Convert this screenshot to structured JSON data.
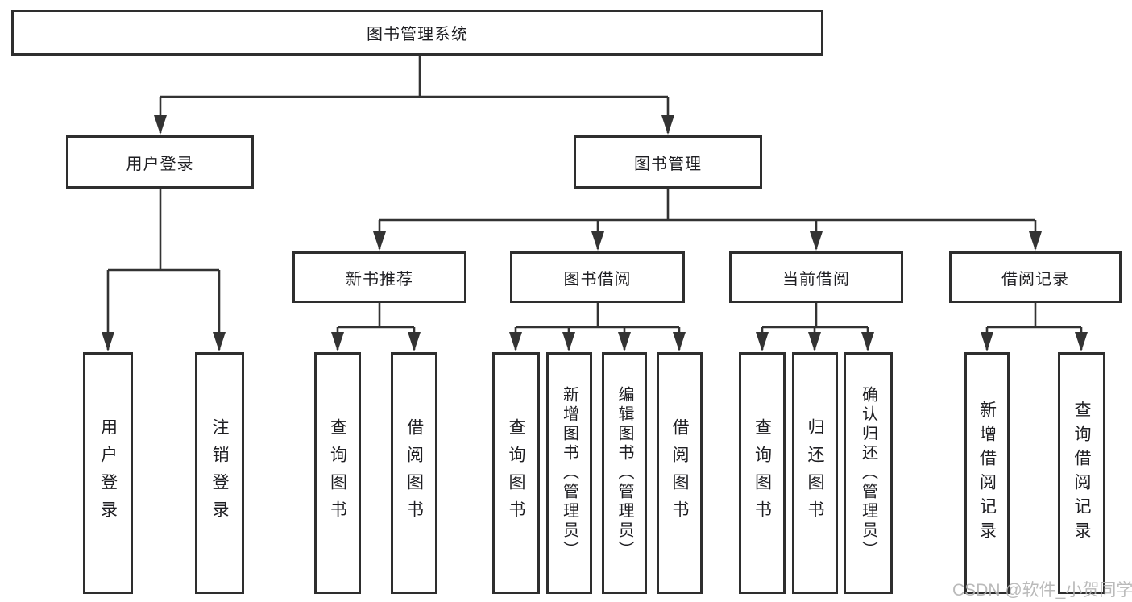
{
  "title": "图书管理系统",
  "tree": {
    "root": {
      "label": "图书管理系统"
    },
    "branches": [
      {
        "label": "用户登录",
        "leaves": [
          {
            "label": "用户登录"
          },
          {
            "label": "注销登录"
          }
        ]
      },
      {
        "label": "图书管理",
        "children": [
          {
            "label": "新书推荐",
            "leaves": [
              {
                "label": "查询图书"
              },
              {
                "label": "借阅图书"
              }
            ]
          },
          {
            "label": "图书借阅",
            "leaves": [
              {
                "label": "查询图书"
              },
              {
                "label": "新增图书（管理员）"
              },
              {
                "label": "编辑图书（管理员）"
              },
              {
                "label": "借阅图书"
              }
            ]
          },
          {
            "label": "当前借阅",
            "leaves": [
              {
                "label": "查询图书"
              },
              {
                "label": "归还图书"
              },
              {
                "label": "确认归还（管理员）"
              }
            ]
          },
          {
            "label": "借阅记录",
            "leaves": [
              {
                "label": "新增借阅记录"
              },
              {
                "label": "查询借阅记录"
              }
            ]
          }
        ]
      }
    ]
  },
  "watermark": "CSDN @软件_小贺同学",
  "colors": {
    "line": "#333333",
    "box_border": "#2e2e2e",
    "text": "#1e1e22",
    "watermark": "#b2b2b2",
    "background": "#ffffff"
  }
}
